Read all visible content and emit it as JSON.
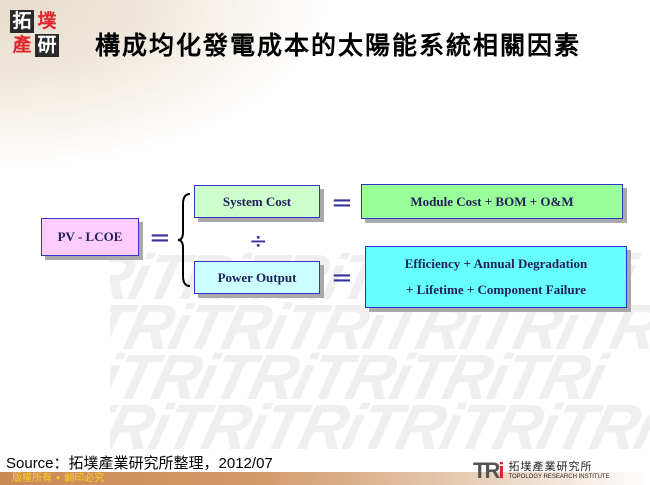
{
  "header": {
    "logo_chars": [
      "拓",
      "墣",
      "產",
      "研"
    ],
    "title": "構成均化發電成本的太陽能系統相關因素"
  },
  "diagram": {
    "lhs": {
      "label": "PV - LCOE",
      "color": "#ffccff"
    },
    "equals_main": "=",
    "numerator": {
      "label": "System Cost",
      "color": "#ccffcc"
    },
    "divide": "÷",
    "denominator": {
      "label": "Power Output",
      "color": "#ccffff"
    },
    "numerator_equals": "=",
    "denominator_equals": "=",
    "numerator_expansion": {
      "label": "Module Cost + BOM + O&M",
      "color": "#99ff99"
    },
    "denominator_expansion": {
      "line1": "Efficiency + Annual Degradation",
      "line2": "+ Lifetime + Component Failure",
      "color": "#66ffff"
    }
  },
  "footer": {
    "source": "Source：拓墣產業研究所整理，2012/07",
    "copyright": "版權所有 • 翻印必究",
    "org_mark": "TRi",
    "org_name_cn": "拓墣產業研究所",
    "org_name_en": "TOPOLOGY RESEARCH INSTITUTE"
  },
  "watermark": {
    "text": "TRiTRiTRiTRiTRiTRi"
  }
}
